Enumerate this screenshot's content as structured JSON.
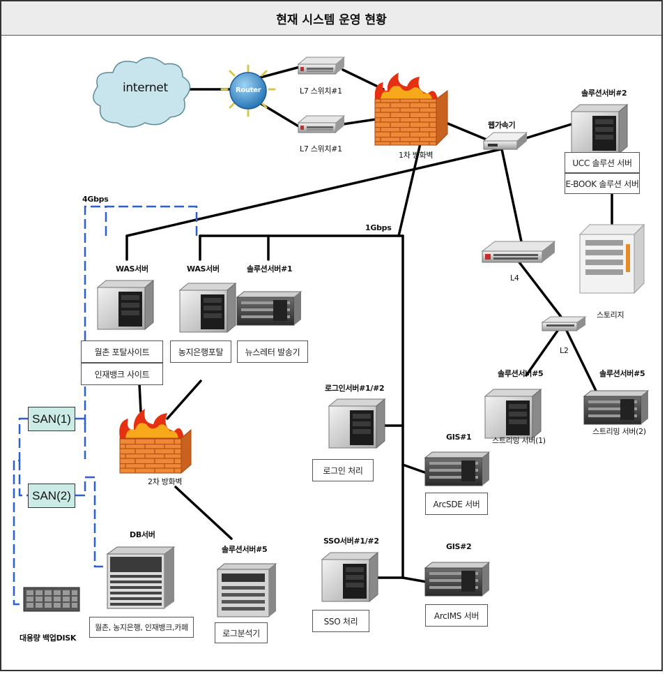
{
  "title": "현재 시스템 운영 현황",
  "nodes": {
    "internet": "internet",
    "router": "Router",
    "l7_top": "L7 스위치#1",
    "l7_bottom": "L7 스위치#1",
    "firewall1": "1차 방화벽",
    "web_accel": "웹가속기",
    "sol2_title": "솔루션서버#2",
    "ucc_box": "UCC 솔루션 서버",
    "ebook_box": "E-BOOK 솔루션 서버",
    "storage": "스토리지",
    "l4": "L4",
    "l2": "L2",
    "sol5a_title": "솔루션서버#5",
    "sol5b_title": "솔루션서버#5",
    "stream1_box": "스트리밍 서버(1)",
    "stream2_box": "스트리밍 서버(2)",
    "bw_4g": "4Gbps",
    "bw_1g": "1Gbps",
    "was1_title": "WAS서버",
    "was2_title": "WAS서버",
    "sol1_title": "솔루션서버#1",
    "portal_box": "월촌 포탈사이트",
    "talent_box": "인재뱅크 사이트",
    "farm_box": "농지은행포탈",
    "news_box": "뉴스레터 발송기",
    "san1": "SAN(1)",
    "san2": "SAN(2)",
    "firewall2": "2차 방화벽",
    "login_title": "로그인서버#1/#2",
    "login_box": "로그인 처리",
    "gis1_title": "GIS#1",
    "arcsde_box": "ArcSDE 서버",
    "gis2_title": "GIS#2",
    "arcims_box": "ArcIMS 서버",
    "sso_title": "SSO서버#1/#2",
    "sso_box": "SSO 처리",
    "db_title": "DB서버",
    "db_box": "월촌, 농지은행, 인재뱅크,카페",
    "sol5c_title": "솔루션서버#5",
    "log_box": "로그분석기",
    "backup_disk": "대용량 백업DISK"
  },
  "colors": {
    "header_bg": "#ececec",
    "san_fill": "#cdebe6",
    "dashed_link": "#2b5fd9",
    "cloud_fill": "#c8e4ec",
    "router_fill": "#3d9bd6",
    "firewall_brick": "#e8792a",
    "flame": "#e53011"
  },
  "icons": [
    "cloud-icon",
    "router-icon",
    "switch-icon",
    "firewall-icon",
    "server-icon",
    "storage-icon",
    "disk-array-icon"
  ]
}
